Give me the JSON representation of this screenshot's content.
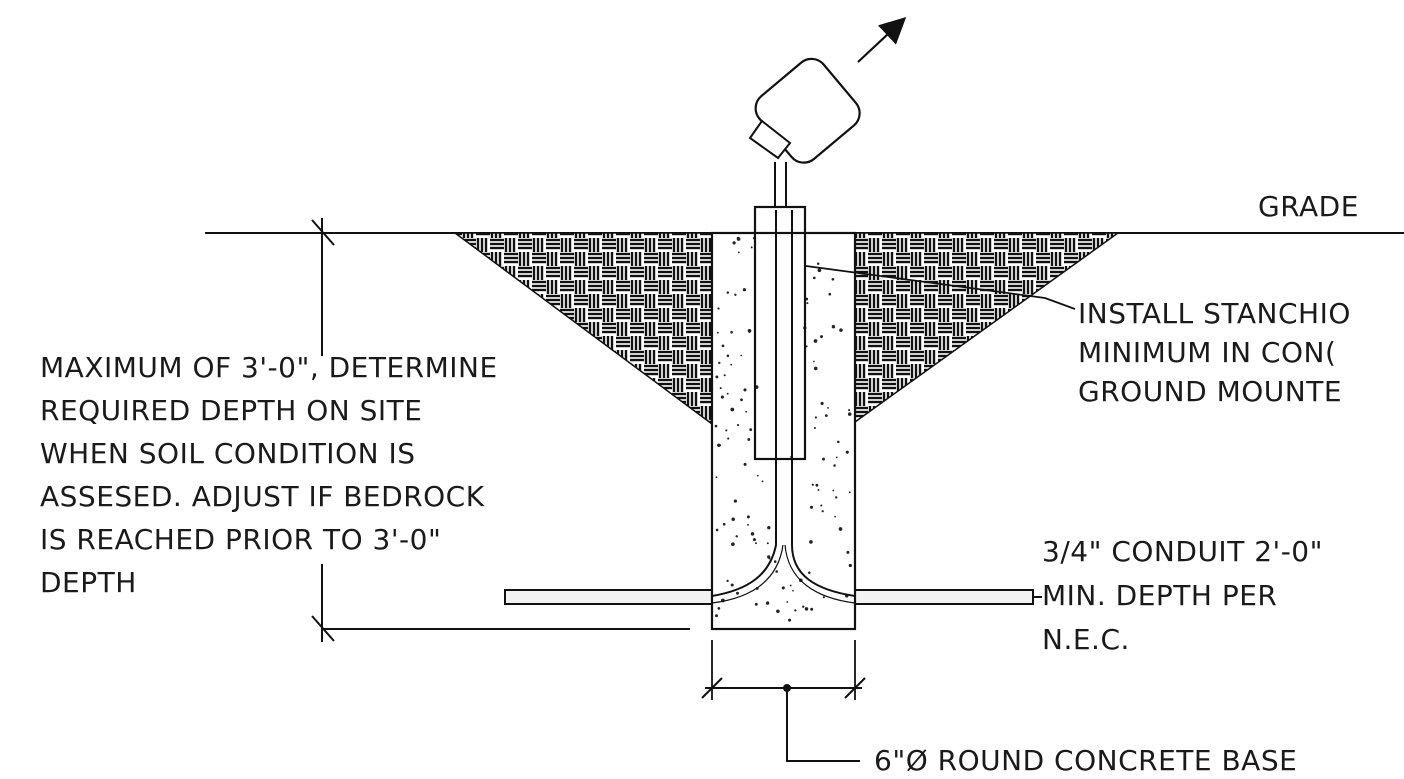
{
  "labels": {
    "grade": "GRADE",
    "stanchion_note": [
      "INSTALL STANCHIO",
      "MINIMUM IN CON(",
      "GROUND MOUNTE"
    ],
    "depth_note": [
      "MAXIMUM OF 3'-0\", DETERMINE",
      "REQUIRED DEPTH ON SITE",
      "WHEN SOIL CONDITION IS",
      "ASSESED. ADJUST IF BEDROCK",
      "IS REACHED PRIOR TO 3'-0\"",
      "DEPTH"
    ],
    "conduit_note": [
      "3/4\" CONDUIT 2'-0\"",
      "MIN. DEPTH PER",
      "N.E.C."
    ],
    "base_note": "6\"Ø ROUND CONCRETE BASE"
  }
}
